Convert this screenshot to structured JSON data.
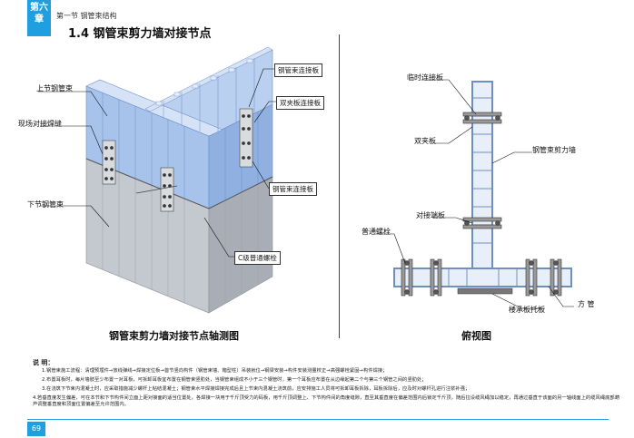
{
  "header": {
    "chapter_line1": "第六",
    "chapter_line2": "章",
    "section": "第一节  钢管束结构",
    "title": "1.4  钢管束剪力墙对接节点"
  },
  "left_figure": {
    "caption": "钢管束剪力墙对接节点轴测图",
    "callouts": {
      "upper_bundle": "上节钢管束",
      "field_weld": "现场对接焊缝",
      "lower_bundle": "下节钢管束",
      "bundle_connector_top": "钢管束连接板",
      "double_clamp": "双夹板连接板",
      "bundle_connector_bottom": "钢管束连接板",
      "bolt": "C级普通螺栓"
    }
  },
  "right_figure": {
    "caption": "俯视图",
    "callouts": {
      "temp_plate": "临时连接板",
      "double_clamp": "双夹板",
      "shear_wall": "钢管束剪力墙",
      "butt_plate": "对接端板",
      "bolt": "普通螺栓",
      "tube": "方  管",
      "support_plate": "楼承板托板"
    }
  },
  "notes": {
    "heading": "说  明：",
    "items": [
      "1.钢管束施工流程：清理预埋件→放线弹线→焊接定位板→首节竖向构件（钢管束墙、箱型柱）吊装就位→钢梁安装→构件安装测量校正→高强螺栓紧固→构件焊接；",
      "2.布置耳板时，每片墙肢至少布置一对耳板，可拆卸耳板宜布置在钢管束竖肋处，当钢管束组成不小于三个钢管时，第一个耳板应布置在从边缘起第二个与第三个钢管之间的竖肋处；",
      "3.在浇筑下节束内混凝土时，应采取措施减少螺杆上粘结混凝土；钢管束水平焊接焊接完成后且上节束内混凝土浇筑前，应安排施工人员将可拆卸耳板拆除，耳板拆除后，应及时对螺杆孔进行注浆补强；",
      "4.若垂直度发生偏差，可在本节和下节构件间立面上距对接面的适当位置处，各焊接一块用于千斤顶受力的码板，用千斤顶调整上、下节构件间的角度缝隙，直至其垂直度在偏差范围内后锁定千斤顶，随后拉设缆风绳加以稳定，再通过垂直于该面的另一轴线面上的缆风绳底部葫芦调整垂直度和顶面位置偏差至允许范围内。"
    ]
  },
  "footer": {
    "page_number": "69"
  },
  "colors": {
    "accent": "#1f9fe0",
    "steel_front": "#8fb0e0",
    "steel_grey": "#b8bdc4"
  }
}
